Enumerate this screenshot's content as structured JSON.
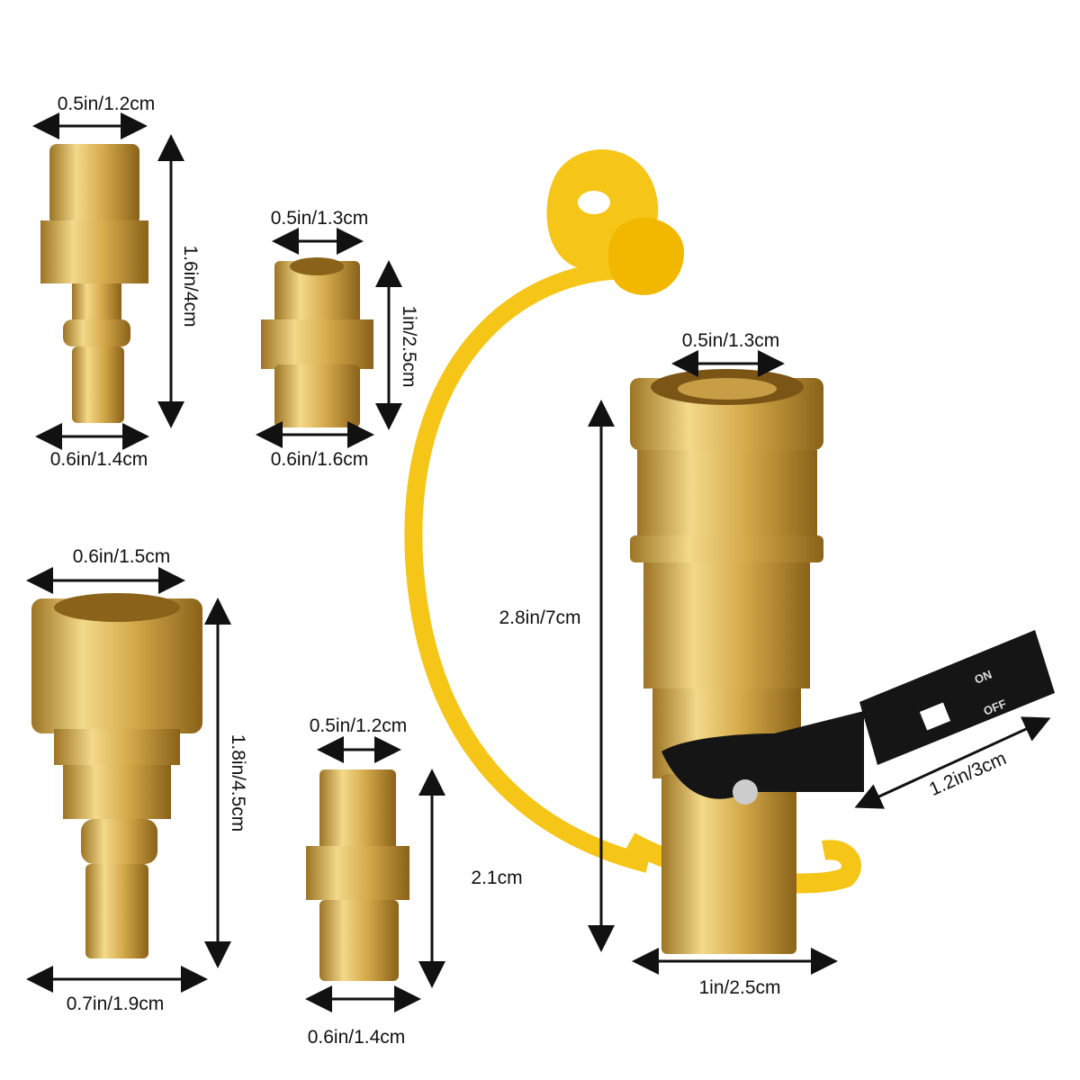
{
  "colors": {
    "brass": "#d9b255",
    "brass_dark": "#a8822c",
    "cap": "#f5c518",
    "handle": "#151515"
  },
  "fittings": {
    "plug_top": {
      "width": "0.5in/1.2cm",
      "height": "1.6in/4cm",
      "base": "0.6in/1.4cm"
    },
    "coupler": {
      "width": "0.5in/1.3cm",
      "height": "1in/2.5cm",
      "base": "0.6in/1.6cm"
    },
    "plug_large": {
      "width": "0.6in/1.5cm",
      "height": "1.8in/4.5cm",
      "base": "0.7in/1.9cm"
    },
    "nipple": {
      "width": "0.5in/1.2cm",
      "height": "2.1cm",
      "base": "0.6in/1.4cm"
    },
    "valve": {
      "width": "0.5in/1.3cm",
      "height": "2.8in/7cm",
      "base": "1in/2.5cm",
      "handle_length": "1.2in/3cm",
      "on_label": "ON",
      "off_label": "OFF"
    }
  }
}
